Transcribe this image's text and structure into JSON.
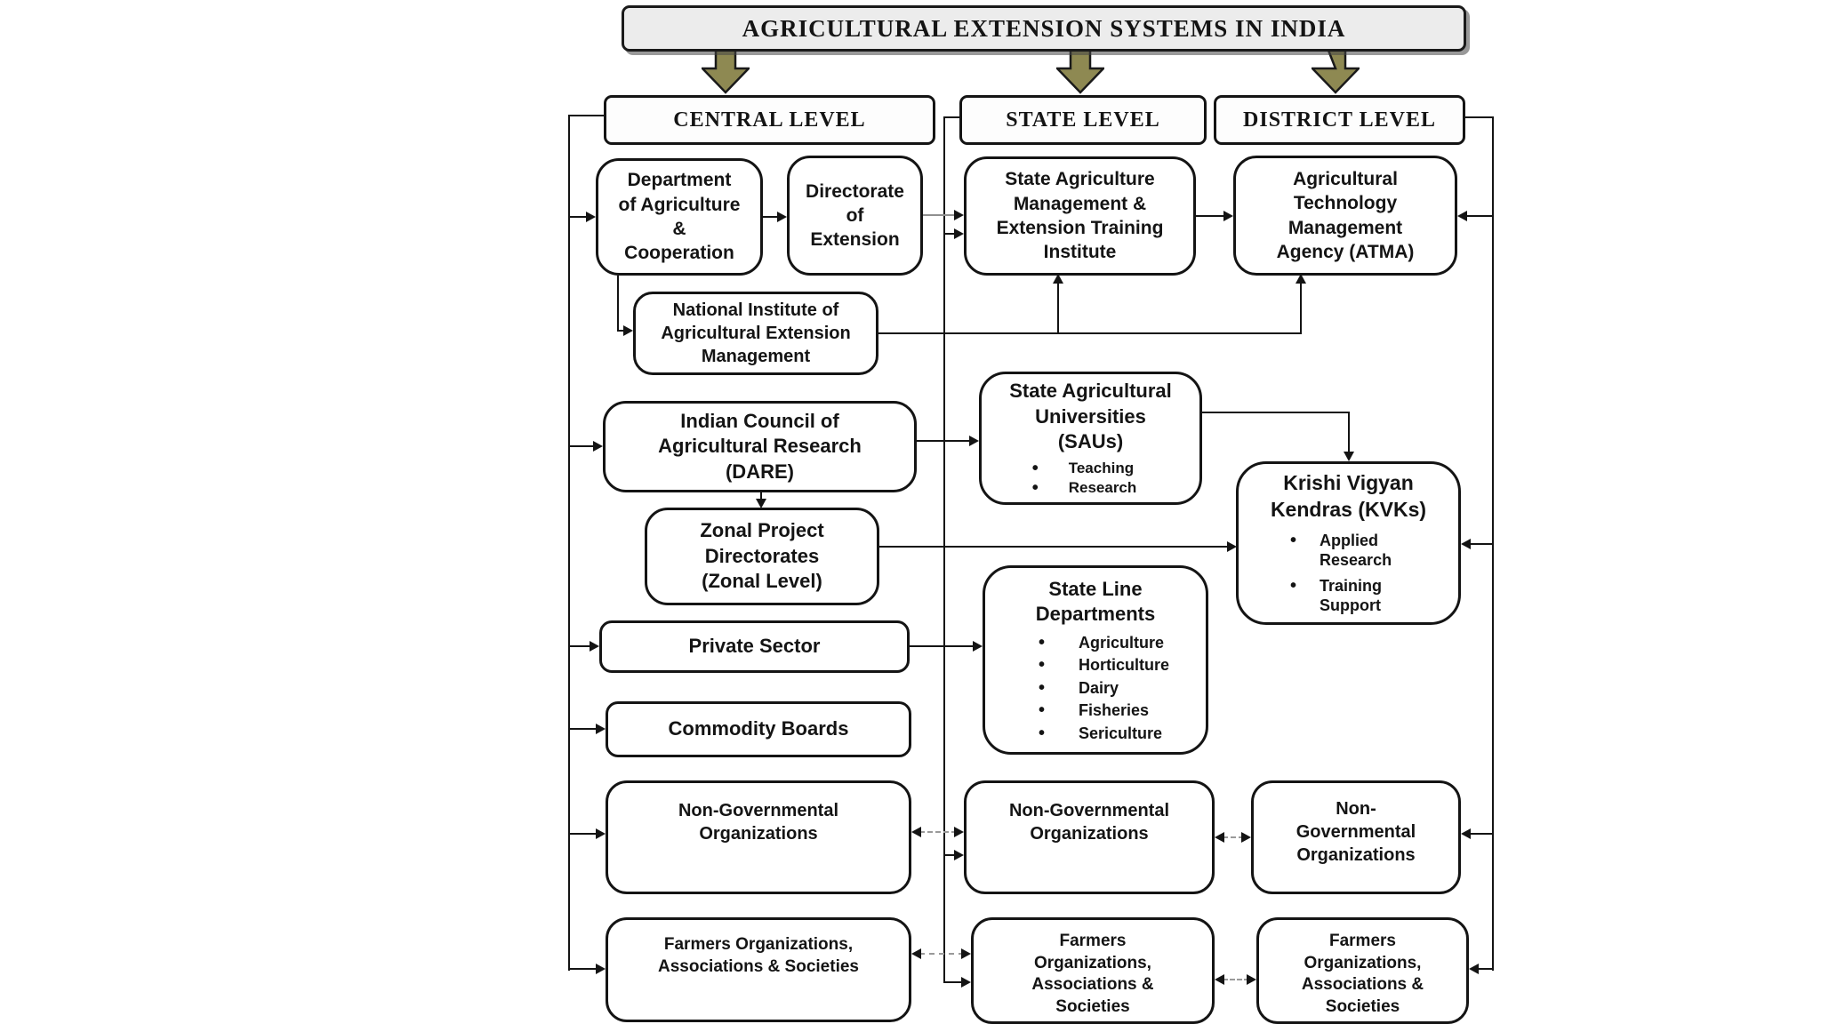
{
  "title": "AGRICULTURAL EXTENSION SYSTEMS IN INDIA",
  "columns": {
    "central": {
      "header": "CENTRAL LEVEL"
    },
    "state": {
      "header": "STATE LEVEL"
    },
    "district": {
      "header": "DISTRICT LEVEL"
    }
  },
  "nodes": {
    "dept": {
      "label": "Department\nof Agriculture\n&\nCooperation"
    },
    "directorate": {
      "label": "Directorate\nof\nExtension"
    },
    "sameti": {
      "label": "State Agriculture\nManagement &\nExtension Training\nInstitute"
    },
    "atma": {
      "label": "Agricultural\nTechnology\nManagement\nAgency (ATMA)"
    },
    "niaem": {
      "label": "National Institute of\nAgricultural Extension\nManagement"
    },
    "icar": {
      "label": "Indian Council of\nAgricultural Research\n(DARE)"
    },
    "zonal": {
      "label": "Zonal Project\nDirectorates\n(Zonal Level)"
    },
    "saus": {
      "label": "State Agricultural\nUniversities\n(SAUs)",
      "bullets": [
        "Teaching",
        "Research"
      ]
    },
    "kvk": {
      "label": "Krishi Vigyan\nKendras (KVKs)",
      "bullets": [
        "Applied\nResearch",
        "Training\nSupport"
      ]
    },
    "private_sector": {
      "label": "Private Sector"
    },
    "state_line_departments": {
      "label": "State Line\nDepartments",
      "bullets": [
        "Agriculture",
        "Horticulture",
        "Dairy",
        "Fisheries",
        "Sericulture"
      ]
    },
    "commodity_boards": {
      "label": "Commodity Boards"
    },
    "ngo_central": {
      "label": "Non-Governmental\nOrganizations"
    },
    "ngo_state": {
      "label": "Non-Governmental\nOrganizations"
    },
    "ngo_district": {
      "label": "Non-\nGovernmental\nOrganizations"
    },
    "farmers_central": {
      "label": "Farmers Organizations,\nAssociations & Societies"
    },
    "farmers_state": {
      "label": "Farmers\nOrganizations,\nAssociations &\nSocieties"
    },
    "farmers_district": {
      "label": "Farmers\nOrganizations,\nAssociations &\nSocieties"
    }
  },
  "ui": {
    "bullet_glyph": "•"
  },
  "colors": {
    "big_arrow_fill": "#8e8952",
    "big_arrow_stroke": "#1a1a1a",
    "line": "#141414",
    "title_fill": "#ececec",
    "box_fill": "#ffffff"
  }
}
